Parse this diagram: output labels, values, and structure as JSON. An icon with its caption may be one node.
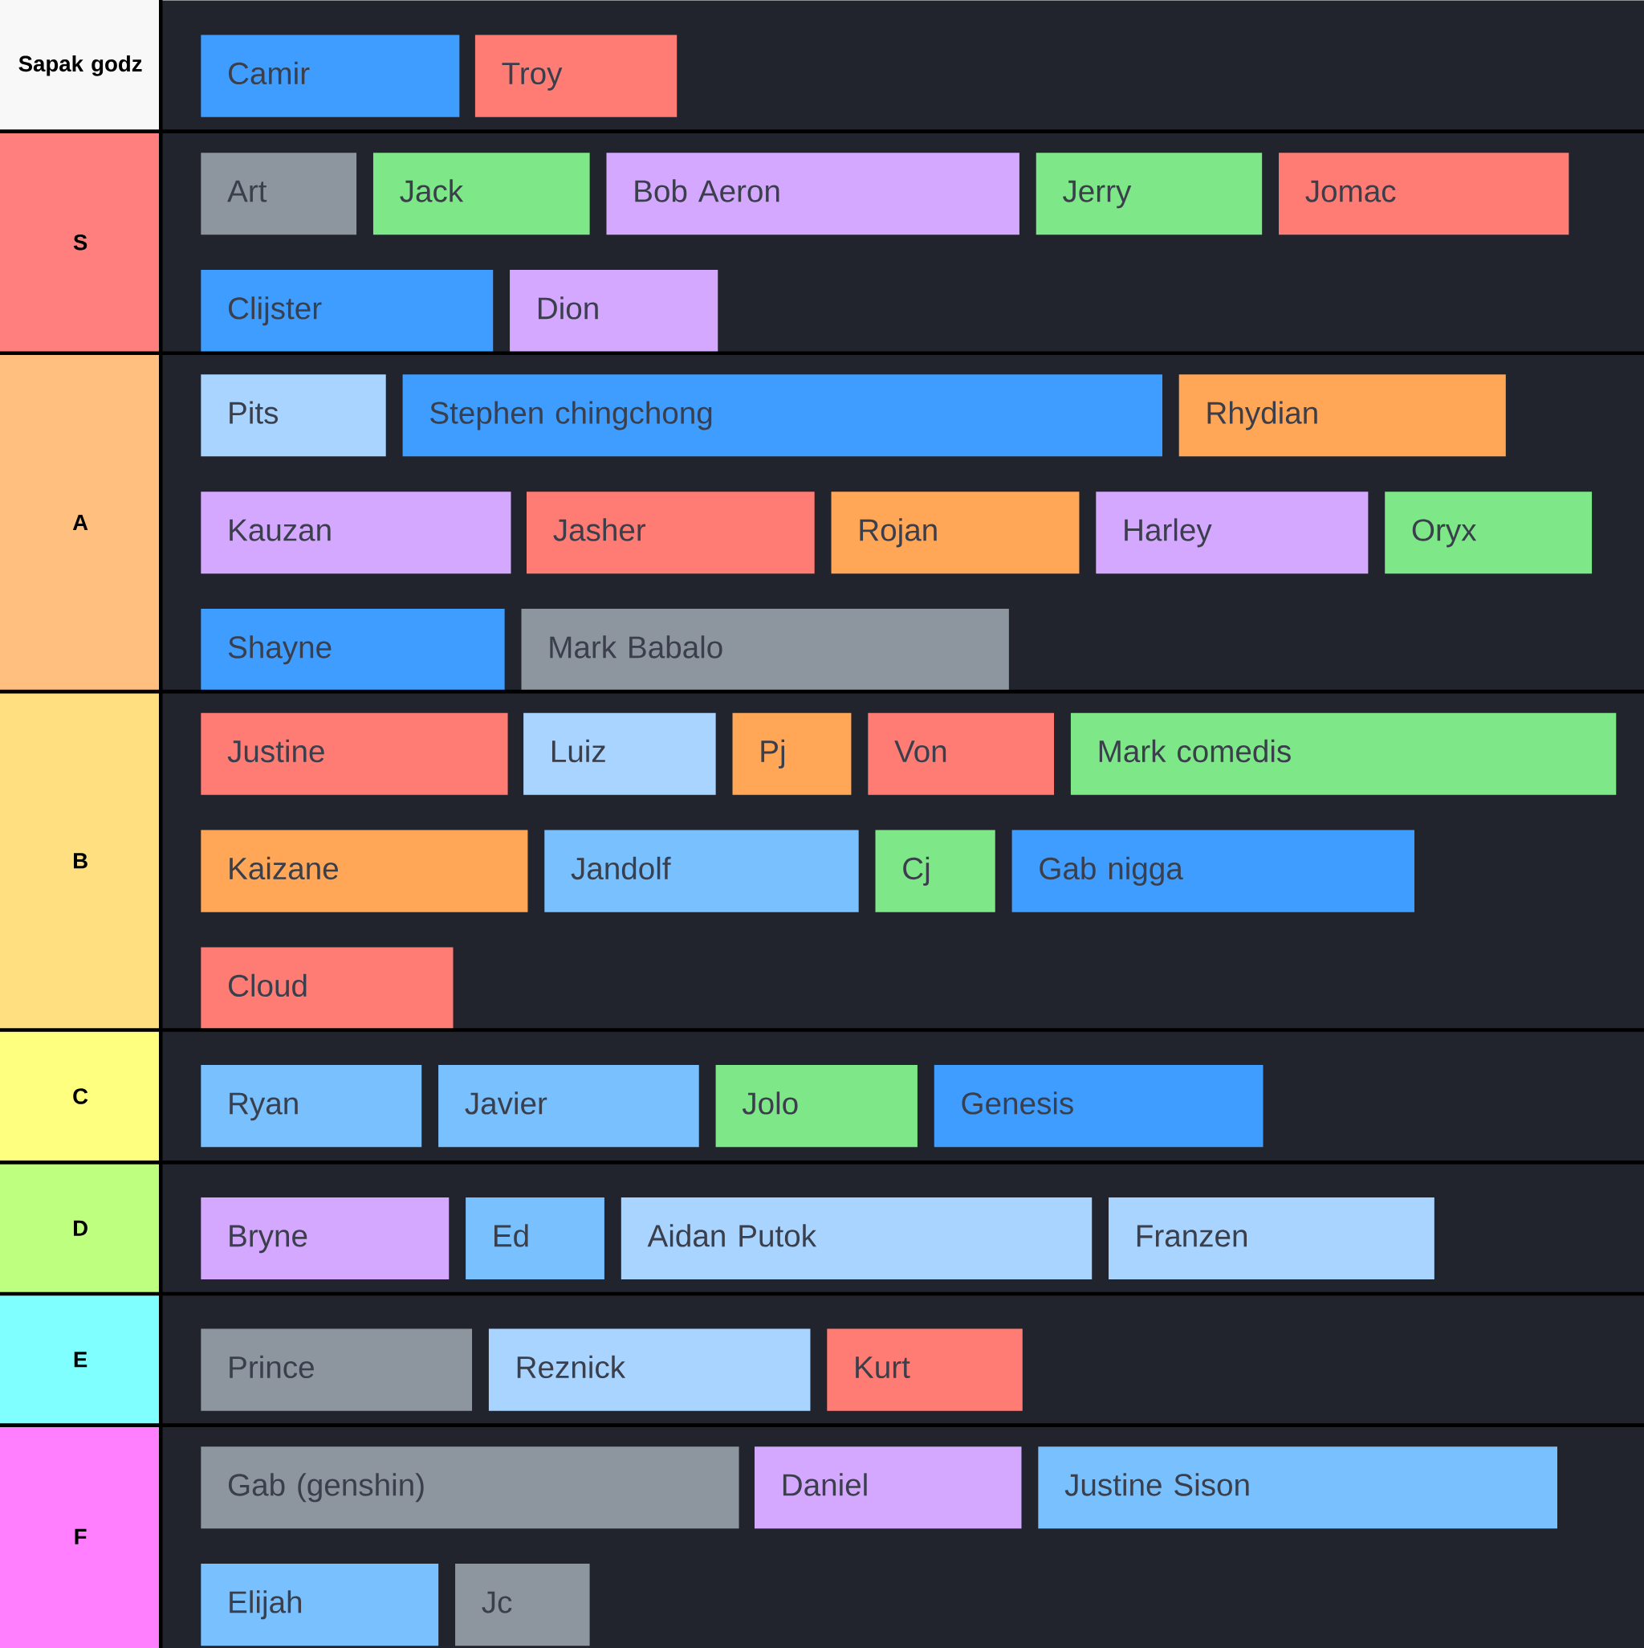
{
  "diagram": {
    "nodes": [
      {
        "text": [
          "Sapak godz"
        ]
      },
      {
        "text": [
          "Camir"
        ],
        "in": 0
      },
      {
        "text": [
          "Troy"
        ],
        "in": 0
      },
      {
        "text": [
          "S"
        ]
      },
      {
        "text": [
          "Art"
        ],
        "in": 3
      },
      {
        "text": [
          "Jack"
        ],
        "in": 3
      },
      {
        "text": [
          "Bob Aeron"
        ],
        "in": 3
      },
      {
        "text": [
          "Jerry"
        ],
        "in": 3
      },
      {
        "text": [
          "Jomac"
        ],
        "in": 3
      },
      {
        "text": [
          "Clijster"
        ],
        "in": 3
      },
      {
        "text": [
          "Dion"
        ],
        "in": 3
      },
      {
        "text": [
          "A"
        ]
      },
      {
        "text": [
          "Pits"
        ],
        "in": 11
      },
      {
        "text": [
          "Stephen chingchong"
        ],
        "in": 11
      },
      {
        "text": [
          "Rhydian"
        ],
        "in": 11
      },
      {
        "text": [
          "Kauzan"
        ],
        "in": 11
      },
      {
        "text": [
          "Jasher"
        ],
        "in": 11
      },
      {
        "text": [
          "Rojan"
        ],
        "in": 11
      },
      {
        "text": [
          "Harley"
        ],
        "in": 11
      },
      {
        "text": [
          "Oryx"
        ],
        "in": 11
      },
      {
        "text": [
          "Shayne"
        ],
        "in": 11
      },
      {
        "text": [
          "Mark Babalo"
        ],
        "in": 11
      },
      {
        "text": [
          "B"
        ]
      },
      {
        "text": [
          "Justine"
        ],
        "in": 22
      },
      {
        "text": [
          "Luiz"
        ],
        "in": 22
      },
      {
        "text": [
          "Pj"
        ],
        "in": 22
      },
      {
        "text": [
          "Von"
        ],
        "in": 22
      },
      {
        "text": [
          "Mark comedis"
        ],
        "in": 22
      },
      {
        "text": [
          "Kaizane"
        ],
        "in": 22
      },
      {
        "text": [
          "Jandolf"
        ],
        "in": 22
      },
      {
        "text": [
          "Cj"
        ],
        "in": 22
      },
      {
        "text": [
          "Gab nigga"
        ],
        "in": 22
      },
      {
        "text": [
          "Cloud"
        ],
        "in": 22
      },
      {
        "text": [
          "C"
        ]
      },
      {
        "text": [
          "Ryan"
        ],
        "in": 33
      },
      {
        "text": [
          "Javier"
        ],
        "in": 33
      },
      {
        "text": [
          "Jolo"
        ],
        "in": 33
      },
      {
        "text": [
          "Genesis"
        ],
        "in": 33
      },
      {
        "text": [
          "D"
        ]
      },
      {
        "text": [
          "Bryne"
        ],
        "in": 38
      },
      {
        "text": [
          "Ed"
        ],
        "in": 38
      },
      {
        "text": [
          "Aidan Putok"
        ],
        "in": 38
      },
      {
        "text": [
          "Franzen"
        ],
        "in": 38
      },
      {
        "text": [
          "E"
        ]
      },
      {
        "text": [
          "Prince"
        ],
        "in": 43
      },
      {
        "text": [
          "Reznick"
        ],
        "in": 43
      },
      {
        "text": [
          "Kurt"
        ],
        "in": 43
      },
      {
        "text": [
          "F"
        ]
      },
      {
        "text": [
          "Gab (genshin)"
        ],
        "in": 47
      },
      {
        "text": [
          "Daniel"
        ],
        "in": 47
      },
      {
        "text": [
          "Justine Sison"
        ],
        "in": 47
      },
      {
        "text": [
          "Elijah"
        ],
        "in": 47
      },
      {
        "text": [
          "Jc"
        ],
        "in": 47
      }
    ]
  }
}
